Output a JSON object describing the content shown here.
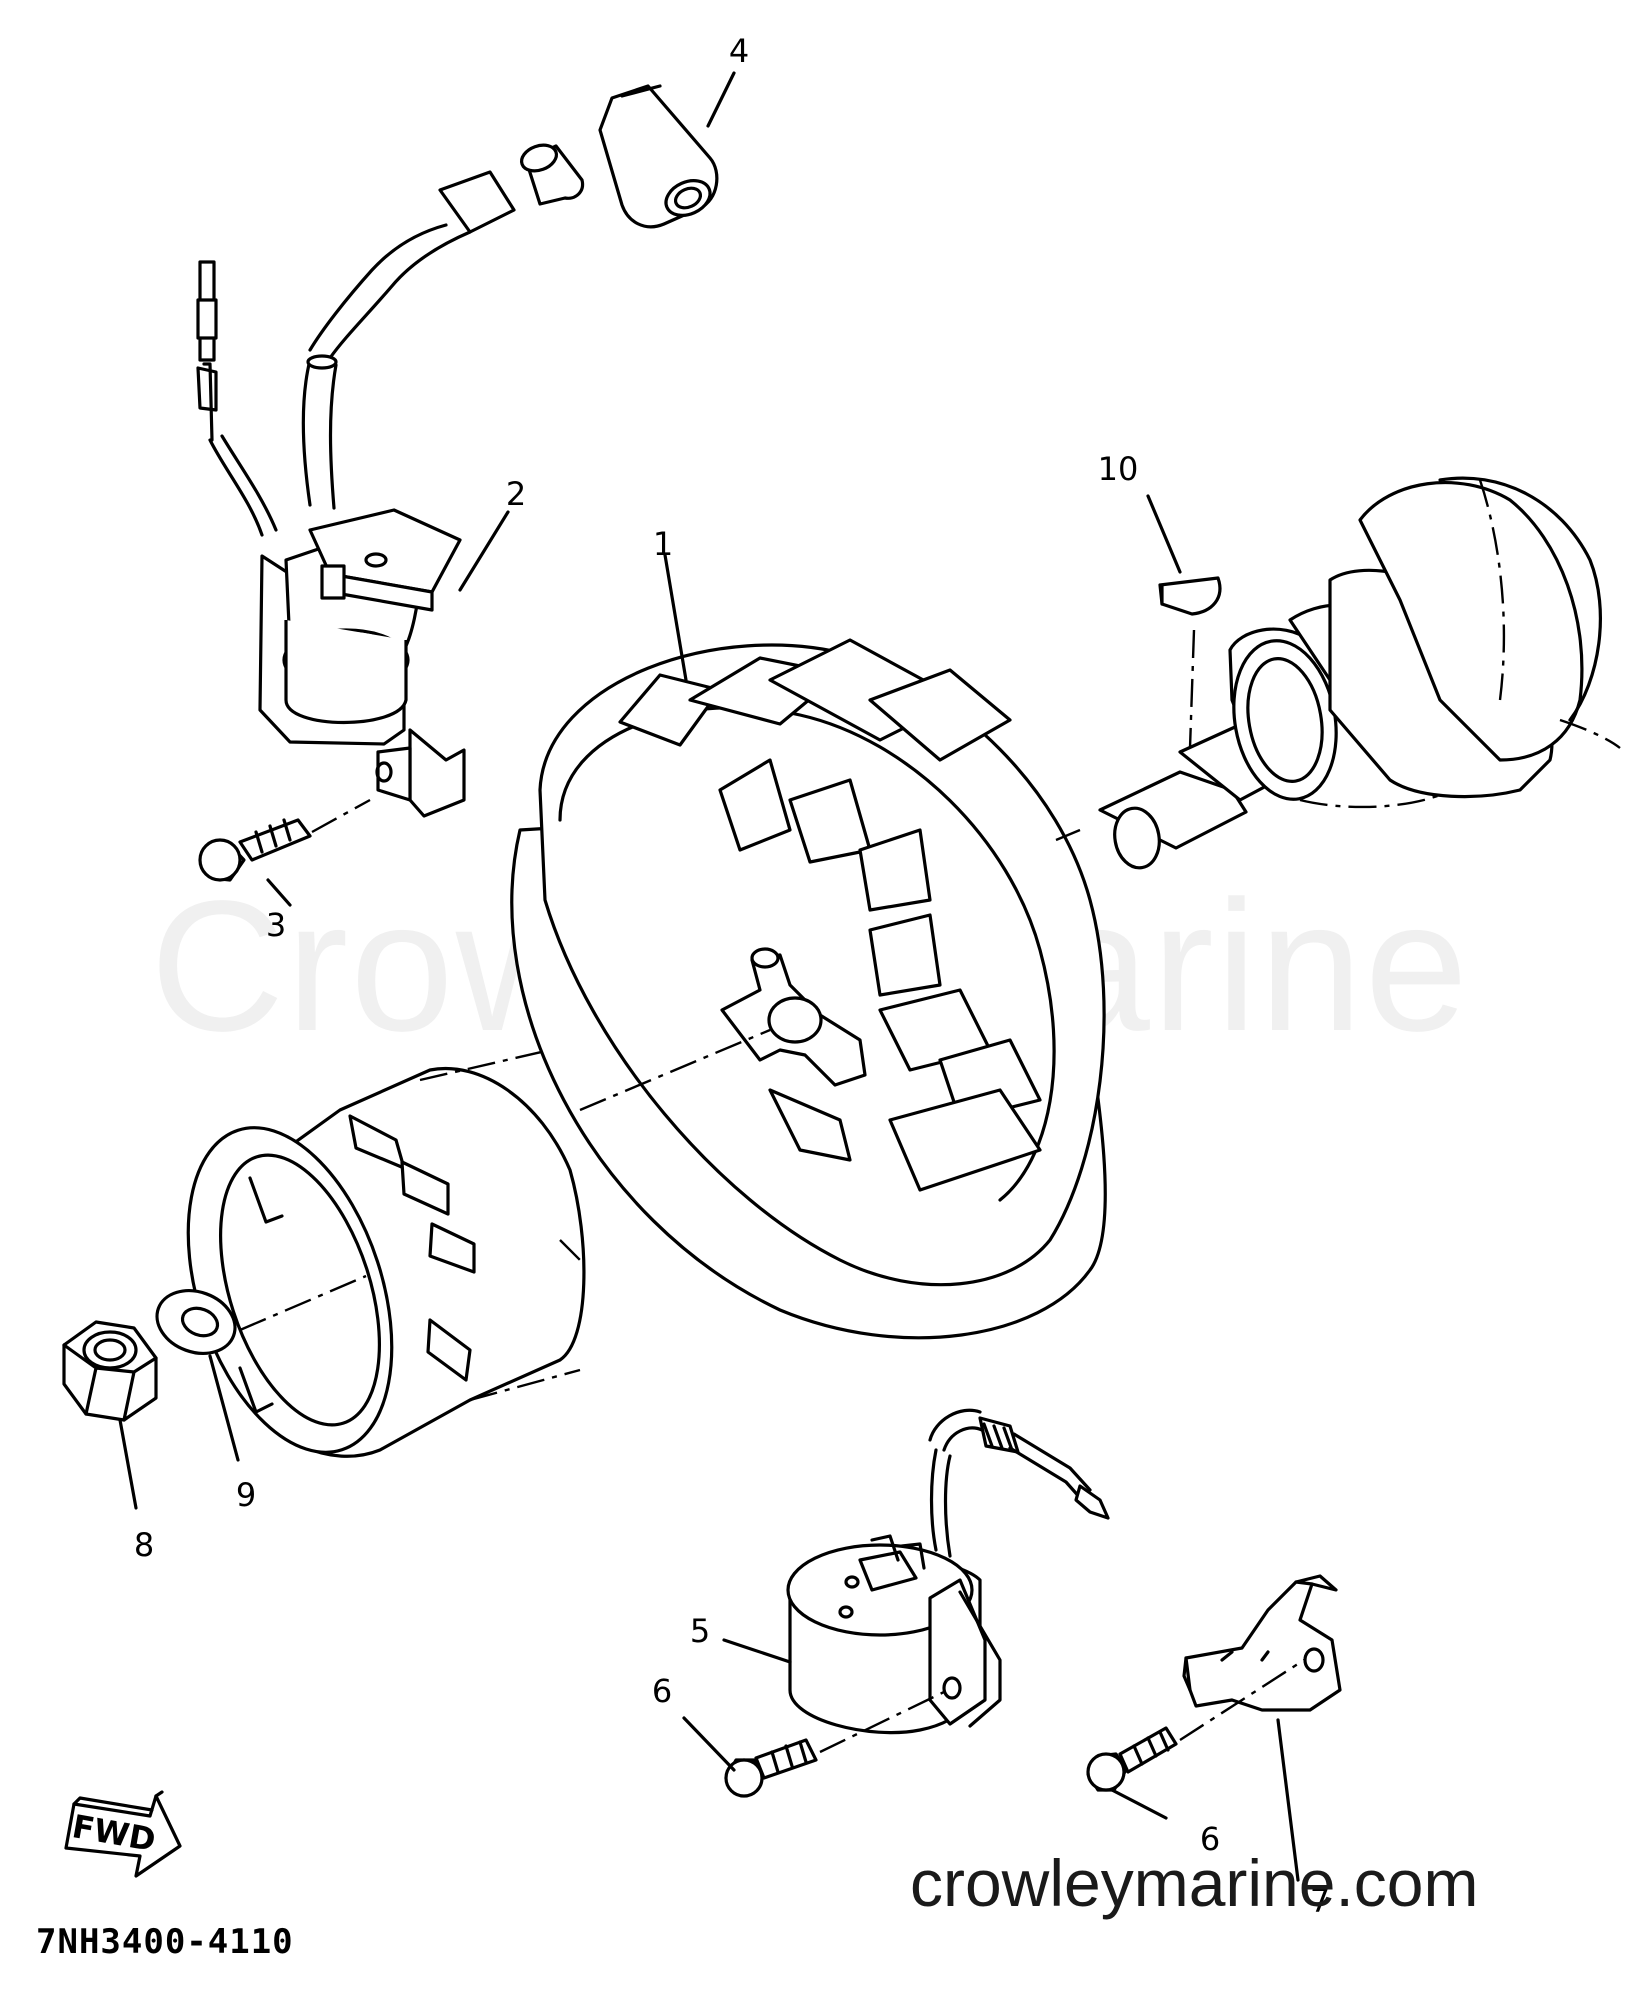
{
  "watermark": "Crowley Marine",
  "footer_url": "crowleymarine.com",
  "diagram_code": "7NH3400-4110",
  "fwd_label": "FWD",
  "callouts": [
    "1",
    "2",
    "3",
    "4",
    "5",
    "6",
    "6",
    "7",
    "8",
    "9",
    "10"
  ]
}
